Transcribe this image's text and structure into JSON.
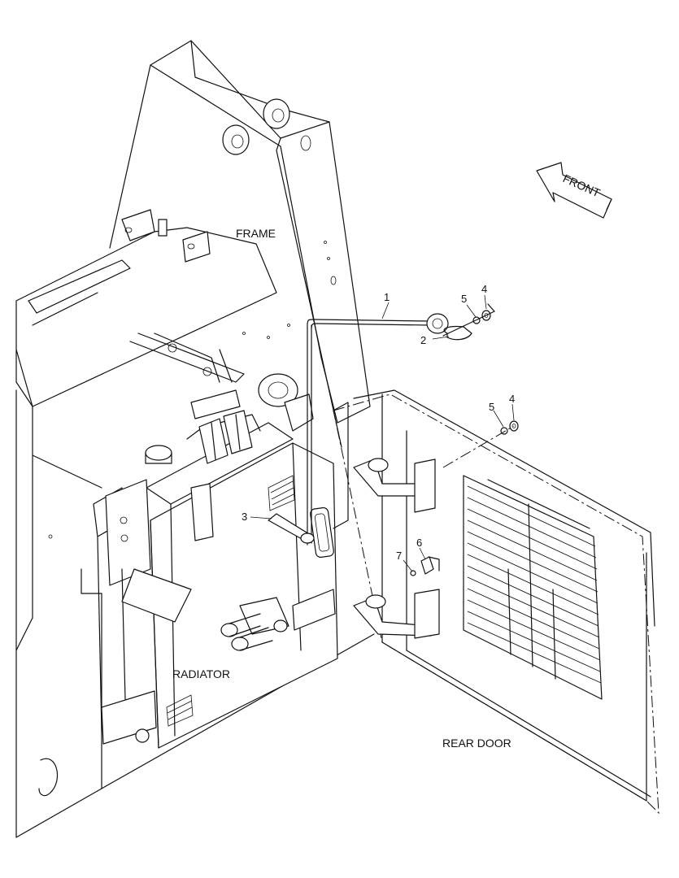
{
  "labels": {
    "frame": "FRAME",
    "radiator": "RADIATOR",
    "rear_door": "REAR DOOR",
    "front": "FRONT"
  },
  "callouts": {
    "c1": "1",
    "c2": "2",
    "c3": "3",
    "c4_top": "4",
    "c5_top": "5",
    "c4_mid": "4",
    "c5_mid": "5",
    "c6": "6",
    "c7": "7"
  }
}
